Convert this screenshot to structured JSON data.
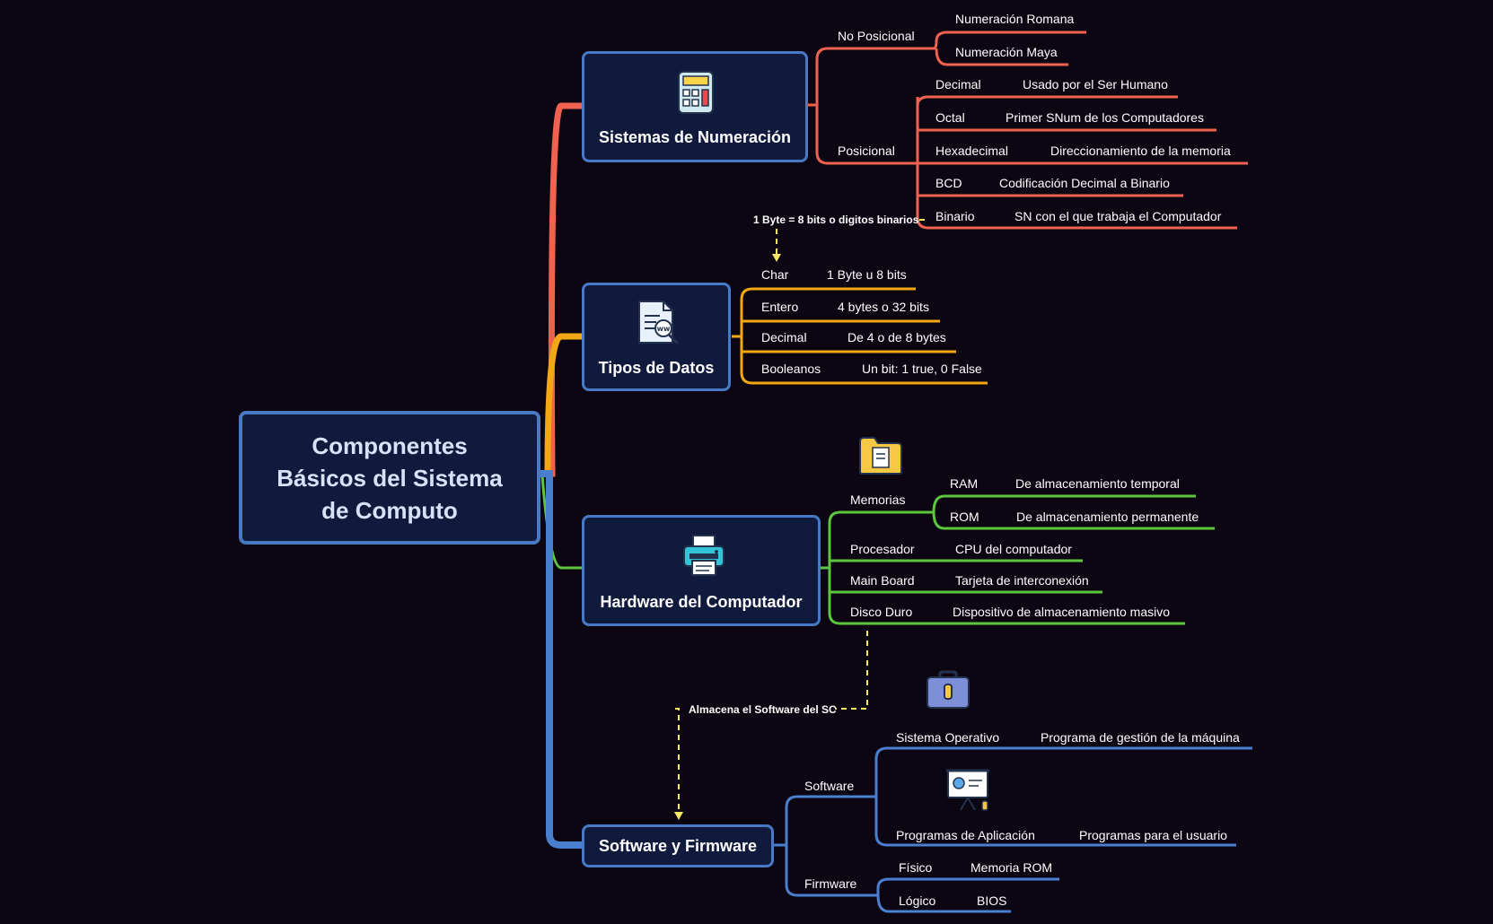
{
  "root": {
    "title": "Componentes Básicos del Sistema de Computo"
  },
  "colors": {
    "background": "#0b0612",
    "box_fill": "#101a3d",
    "box_border": "#4779c4",
    "red": "#f0614f",
    "orange": "#f3a712",
    "green": "#5cc63d",
    "blue": "#4a7fd0",
    "note": "#f5e663"
  },
  "topics": {
    "numeracion": {
      "title": "Sistemas de Numeración",
      "icon": "calculator-icon",
      "no_posicional": {
        "label": "No Posicional",
        "items": [
          "Numeración Romana",
          "Numeración Maya"
        ]
      },
      "posicional": {
        "label": "Posicional",
        "items": [
          {
            "name": "Decimal",
            "desc": "Usado por el Ser Humano"
          },
          {
            "name": "Octal",
            "desc": "Primer SNum de los Computadores"
          },
          {
            "name": "Hexadecimal",
            "desc": "Direccionamiento de la memoria"
          },
          {
            "name": "BCD",
            "desc": "Codificación Decimal a Binario"
          },
          {
            "name": "Binario",
            "desc": "SN con el que trabaja el Computador"
          }
        ]
      }
    },
    "tipos": {
      "title": "Tipos de Datos",
      "icon": "document-search-icon",
      "items": [
        {
          "name": "Char",
          "desc": "1 Byte u 8 bits"
        },
        {
          "name": "Entero",
          "desc": "4 bytes o 32 bits"
        },
        {
          "name": "Decimal",
          "desc": "De 4 o de 8 bytes"
        },
        {
          "name": "Booleanos",
          "desc": "Un bit: 1 true, 0 False"
        }
      ]
    },
    "hardware": {
      "title": "Hardware del Computador",
      "icon": "printer-icon",
      "memorias": {
        "label": "Memorias",
        "icon": "folder-icon",
        "items": [
          {
            "name": "RAM",
            "desc": "De almacenamiento temporal"
          },
          {
            "name": "ROM",
            "desc": "De almacenamiento permanente"
          }
        ]
      },
      "items": [
        {
          "name": "Procesador",
          "desc": "CPU del computador"
        },
        {
          "name": "Main Board",
          "desc": "Tarjeta de interconexión"
        },
        {
          "name": "Disco Duro",
          "desc": "Dispositivo de almacenamiento masivo"
        }
      ]
    },
    "software": {
      "title": "Software y Firmware",
      "icon": "toolbox-icon",
      "software": {
        "label": "Software",
        "icon": "presentation-icon",
        "items": [
          {
            "name": "Sistema Operativo",
            "desc": "Programa de gestión de la máquina"
          },
          {
            "name": "Programas de Aplicación",
            "desc": "Programas para el usuario"
          }
        ]
      },
      "firmware": {
        "label": "Firmware",
        "items": [
          {
            "name": "Físico",
            "desc": "Memoria ROM"
          },
          {
            "name": "Lógico",
            "desc": "BIOS"
          }
        ]
      }
    }
  },
  "relations": [
    {
      "text": "1 Byte = 8 bits o digitos binarios"
    },
    {
      "text": "Almacena el Software del SC"
    }
  ]
}
